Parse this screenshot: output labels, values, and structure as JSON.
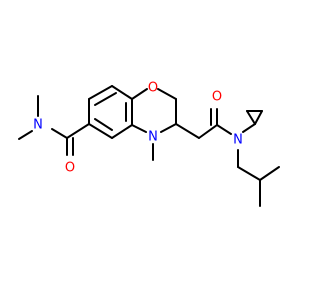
{
  "structure": {
    "atom_labels": [
      {
        "id": "o-ring",
        "text": "O",
        "color": "#ff0000"
      },
      {
        "id": "o-amide-right",
        "text": "O",
        "color": "#ff0000"
      },
      {
        "id": "o-amide-left",
        "text": "O",
        "color": "#ff0000"
      },
      {
        "id": "n-ring",
        "text": "N",
        "color": "#0000ff"
      },
      {
        "id": "n-amide-right",
        "text": "N",
        "color": "#0000ff"
      },
      {
        "id": "n-amide-left",
        "text": "N",
        "color": "#0000ff"
      }
    ]
  }
}
